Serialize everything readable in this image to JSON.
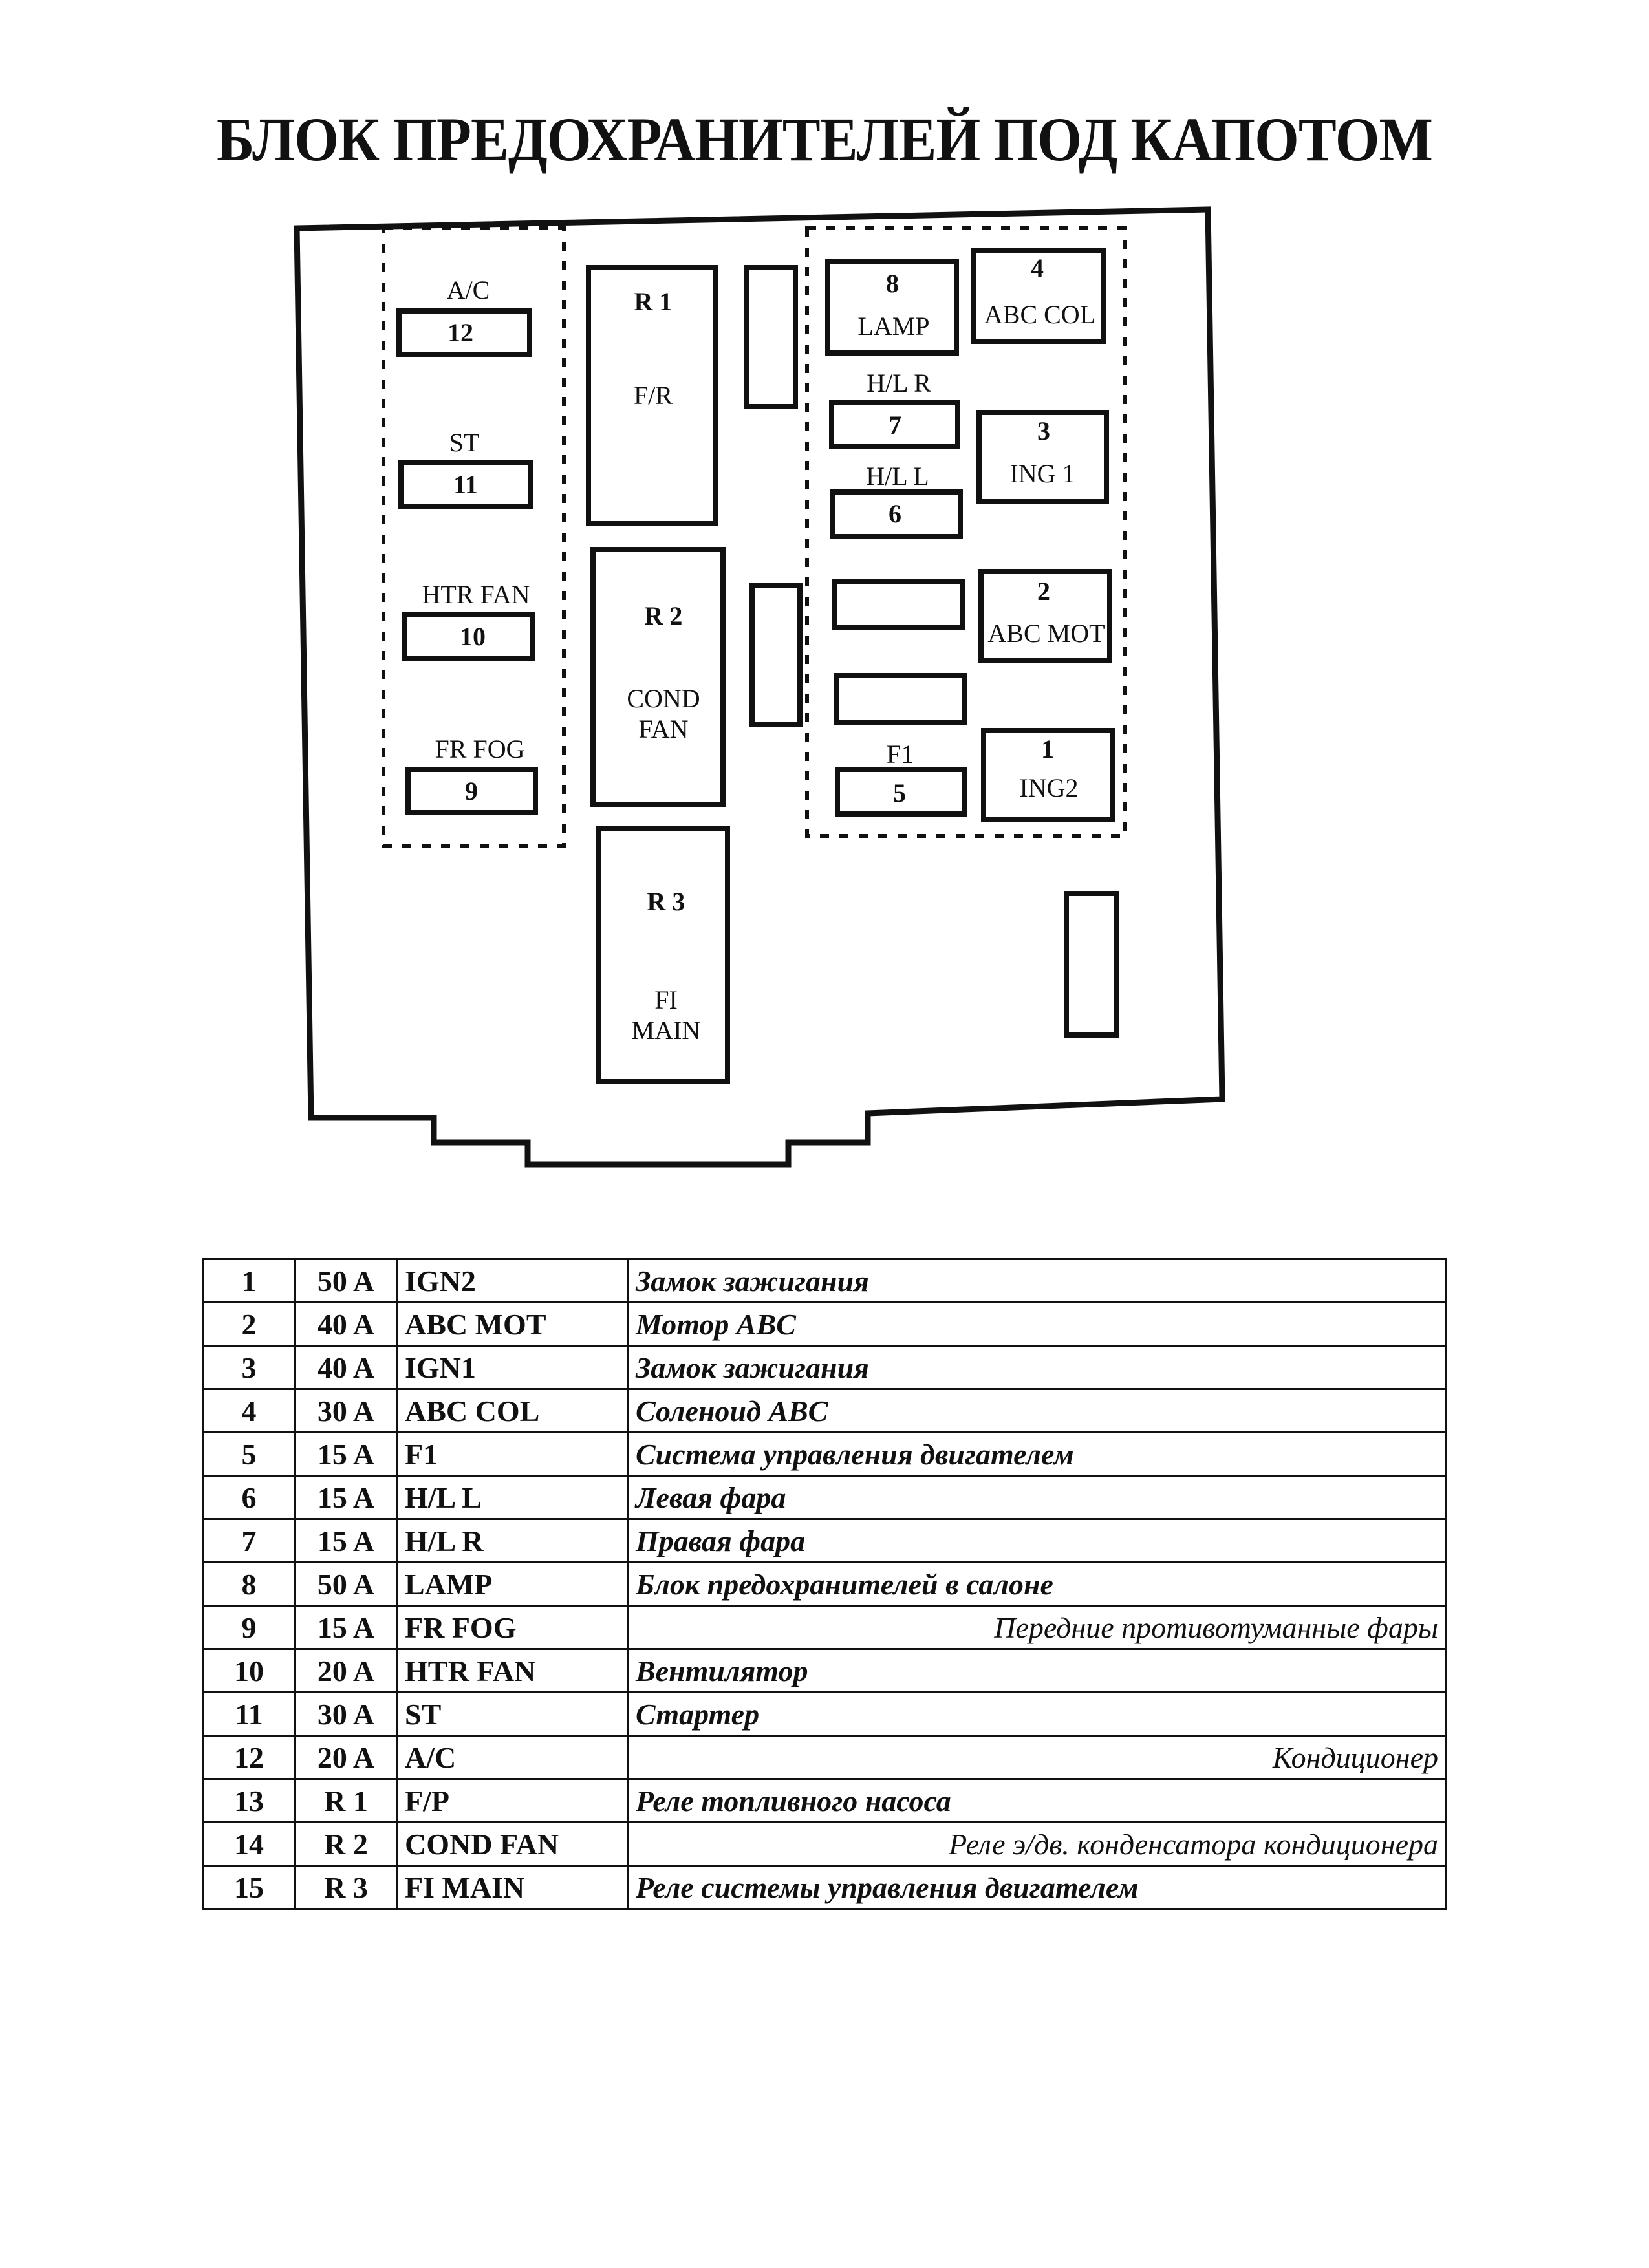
{
  "title": "БЛОК ПРЕДОХРАНИТЕЛЕЙ ПОД КАПОТОМ",
  "diagram": {
    "left_fuses": [
      {
        "label": "A/C",
        "number": "12"
      },
      {
        "label": "ST",
        "number": "11"
      },
      {
        "label": "HTR FAN",
        "number": "10"
      },
      {
        "label": "FR FOG",
        "number": "9"
      }
    ],
    "relays": [
      {
        "id": "R 1",
        "name": "F/R"
      },
      {
        "id": "R 2",
        "name_lines": [
          "COND",
          "FAN"
        ]
      },
      {
        "id": "R 3",
        "name_lines": [
          "FI",
          "MAIN"
        ]
      }
    ],
    "right_fuses": [
      {
        "number": "8",
        "label": "LAMP"
      },
      {
        "number": "4",
        "label": "ABC COL"
      },
      {
        "label": "H/L R",
        "number": "7"
      },
      {
        "number": "3",
        "label": "ING 1"
      },
      {
        "label": "H/L L",
        "number": "6"
      },
      {
        "number": "2",
        "label": "ABC MOT"
      },
      {
        "label": "F1",
        "number": "5"
      },
      {
        "number": "1",
        "label": "ING2"
      }
    ]
  },
  "table": {
    "rows": [
      {
        "num": "1",
        "amp": "50 A",
        "code": "IGN2",
        "desc": "Замок зажигания",
        "style": "bold"
      },
      {
        "num": "2",
        "amp": "40 A",
        "code": "ABC MOT",
        "desc": "Мотор ABC",
        "style": "bold"
      },
      {
        "num": "3",
        "amp": "40 A",
        "code": "IGN1",
        "desc": "Замок зажигания",
        "style": "bold"
      },
      {
        "num": "4",
        "amp": "30 A",
        "code": "ABC COL",
        "desc": "Соленоид ABC",
        "style": "bold"
      },
      {
        "num": "5",
        "amp": "15 A",
        "code": "F1",
        "desc": "Система управления двигателем",
        "style": "bold"
      },
      {
        "num": "6",
        "amp": "15 A",
        "code": "H/L L",
        "desc": "Левая фара",
        "style": "bold"
      },
      {
        "num": "7",
        "amp": "15 A",
        "code": "H/L R",
        "desc": "Правая фара",
        "style": "bold"
      },
      {
        "num": "8",
        "amp": "50 A",
        "code": "LAMP",
        "desc": "Блок предохранителей в салоне",
        "style": "bold"
      },
      {
        "num": "9",
        "amp": "15 A",
        "code": "FR FOG",
        "desc": "Передние противотуманные фары",
        "style": "plain"
      },
      {
        "num": "10",
        "amp": "20 A",
        "code": "HTR FAN",
        "desc": "Вентилятор",
        "style": "bold"
      },
      {
        "num": "11",
        "amp": "30 A",
        "code": "ST",
        "desc": "Стартер",
        "style": "bold"
      },
      {
        "num": "12",
        "amp": "20 A",
        "code": "A/C",
        "desc": "Кондиционер",
        "style": "plain"
      },
      {
        "num": "13",
        "amp": "R 1",
        "code": "F/P",
        "desc": "Реле топливного насоса",
        "style": "bold"
      },
      {
        "num": "14",
        "amp": "R 2",
        "code": "COND FAN",
        "desc": "Реле э/дв. конденсатора кондиционера",
        "style": "plain"
      },
      {
        "num": "15",
        "amp": "R 3",
        "code": "FI MAIN",
        "desc": "Реле системы управления двигателем",
        "style": "bold"
      }
    ]
  }
}
